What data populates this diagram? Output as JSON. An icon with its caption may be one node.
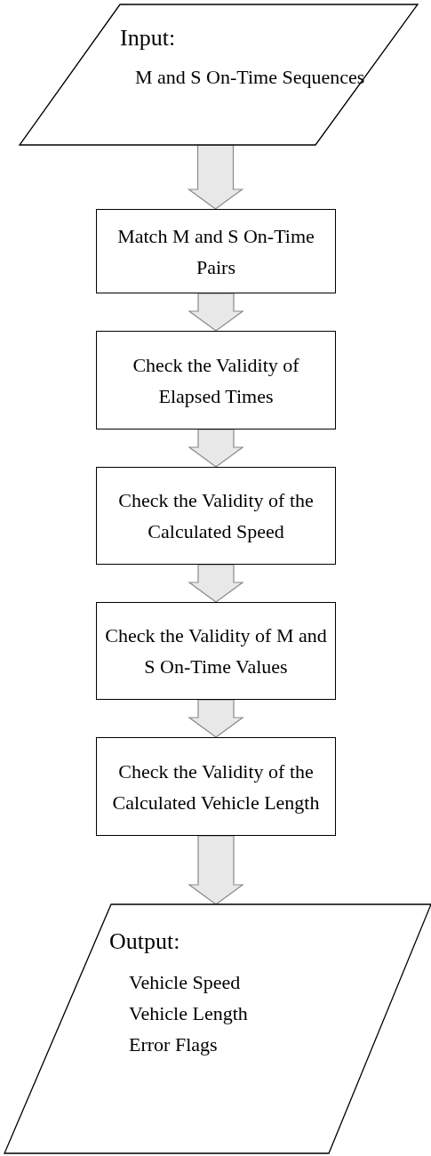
{
  "diagram": {
    "nodes": [
      {
        "text": [
          "Input:",
          "M and S On-Time Sequences"
        ]
      },
      {
        "text": [
          "Match M and S On-Time Pairs"
        ]
      },
      {
        "text": [
          "Check the Validity of Elapsed Times"
        ]
      },
      {
        "text": [
          "Check the Validity of the Calculated Speed"
        ]
      },
      {
        "text": [
          "Check the Validity of M and S On-Time Values"
        ]
      },
      {
        "text": [
          "Check the Validity of the Calculated Vehicle Length"
        ]
      },
      {
        "text": [
          "Output:",
          "Vehicle Speed",
          "Vehicle Length",
          "Error Flags"
        ]
      }
    ],
    "edges": [
      {
        "from": 0,
        "to": 1,
        "arrow": "to"
      },
      {
        "from": 1,
        "to": 2,
        "arrow": "to"
      },
      {
        "from": 2,
        "to": 3,
        "arrow": "to"
      },
      {
        "from": 3,
        "to": 4,
        "arrow": "to"
      },
      {
        "from": 4,
        "to": 5,
        "arrow": "to"
      },
      {
        "from": 5,
        "to": 6,
        "arrow": "to"
      }
    ]
  }
}
